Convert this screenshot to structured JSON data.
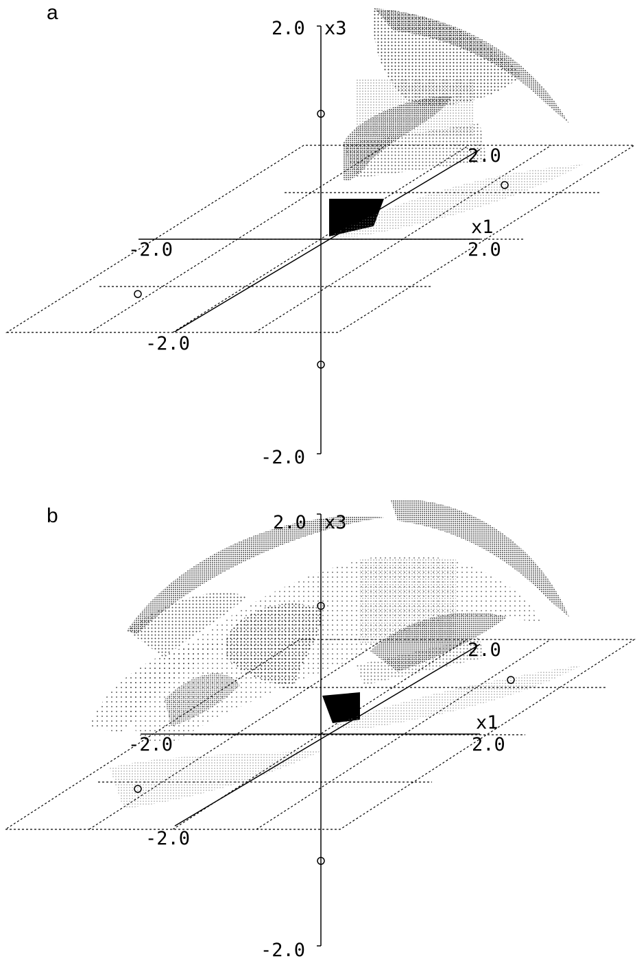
{
  "panels": [
    {
      "letter": "a",
      "labels": {
        "x3_top": "2.0",
        "x3_name": "x3",
        "x3_bottom": "-2.0",
        "x1_neg": "-2.0",
        "x1_pos": "2.0",
        "x1_name": "x1",
        "x2_neg": "-2.0",
        "x2_pos": "2.0"
      }
    },
    {
      "letter": "b",
      "labels": {
        "x3_top": "2.0",
        "x3_name": "x3",
        "x3_bottom": "-2.0",
        "x1_neg": "-2.0",
        "x1_pos": "2.0",
        "x1_name": "x1",
        "x2_neg": "-2.0",
        "x2_pos": "2.0"
      }
    }
  ]
}
